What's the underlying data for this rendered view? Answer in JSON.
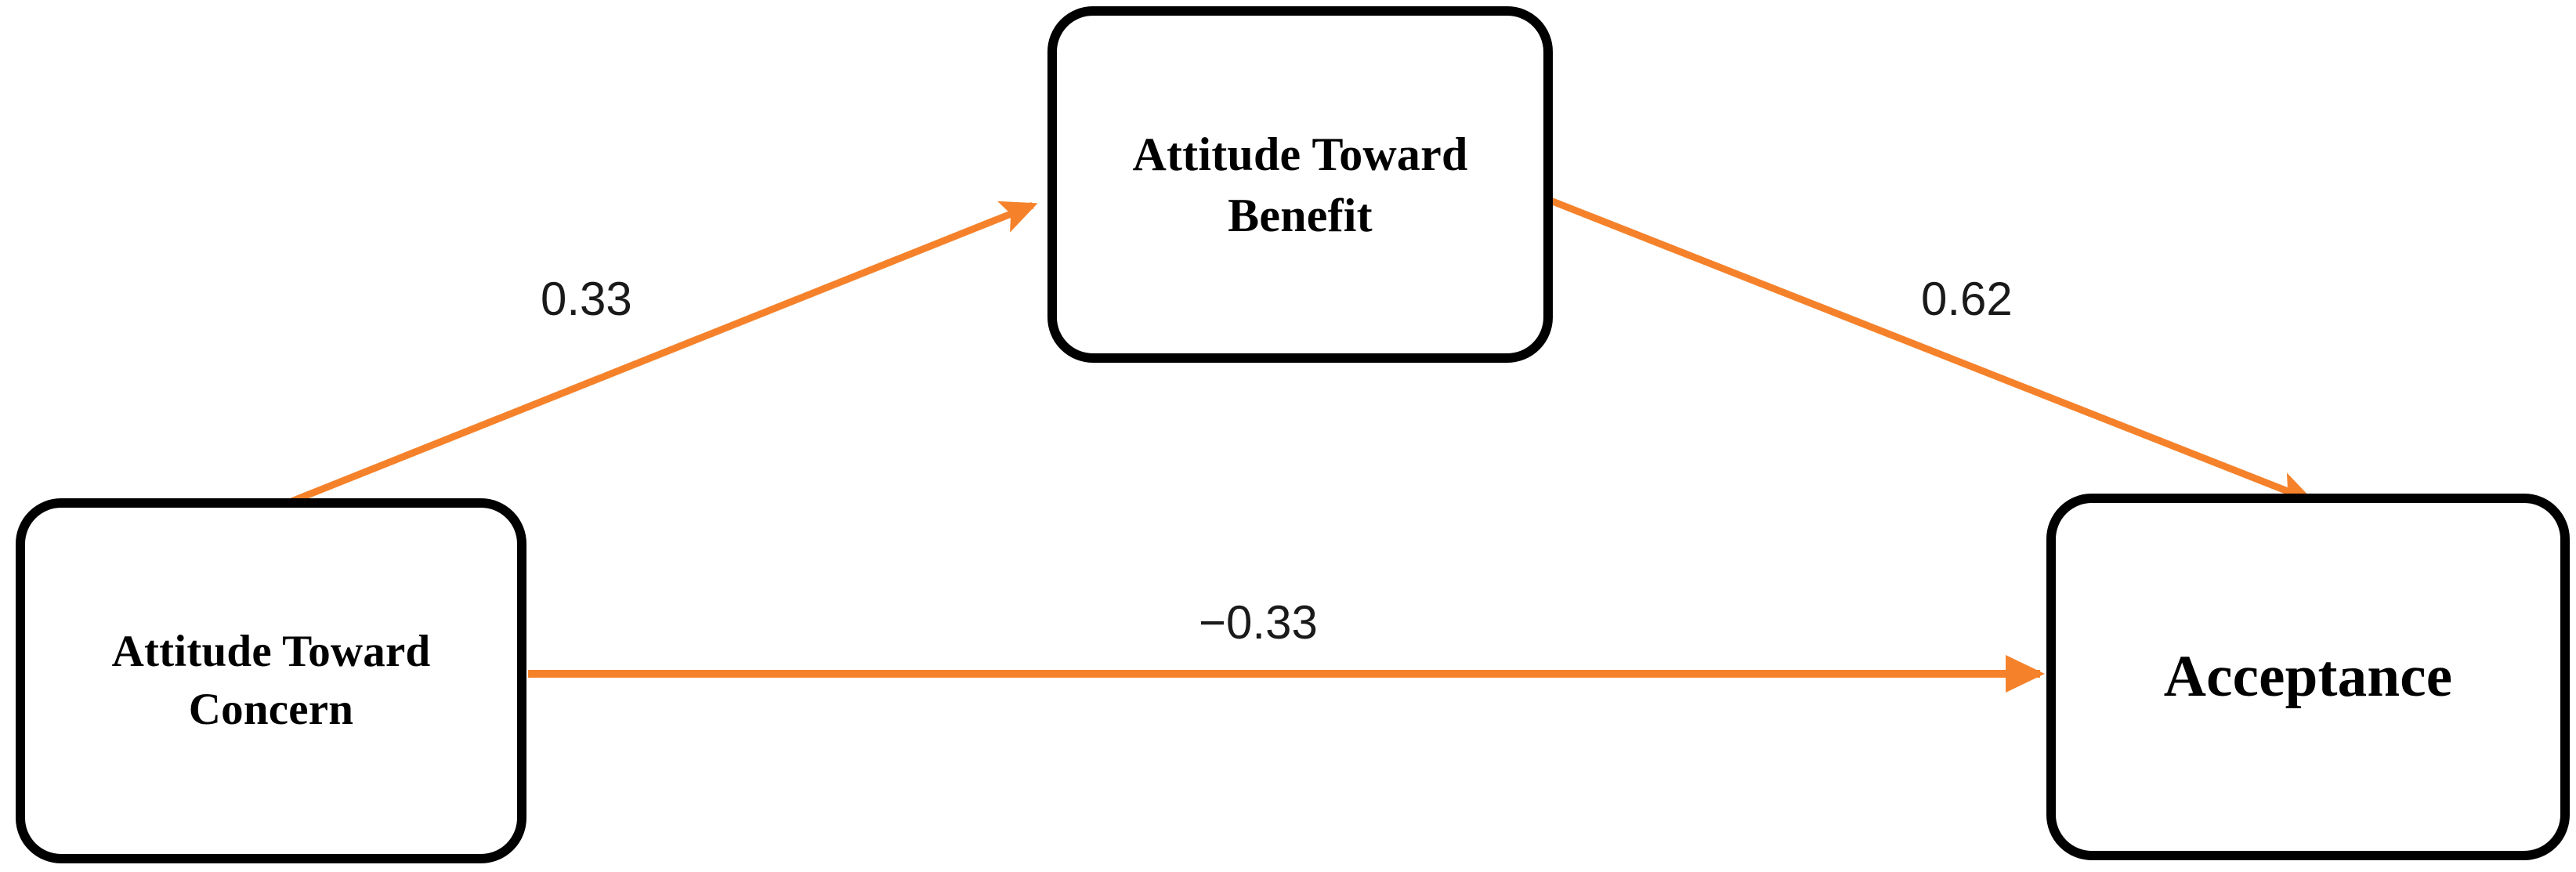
{
  "diagram": {
    "type": "path-model",
    "title": "",
    "background_color": "#ffffff",
    "node_border_color": "#000000",
    "edge_color": "#F5822B",
    "nodes": [
      {
        "id": "attitude-toward-benefit",
        "label_line1": "Attitude Toward",
        "label_line2": "Benefit",
        "position": "top-center"
      },
      {
        "id": "attitude-toward-concern",
        "label_line1": "Attitude Toward",
        "label_line2": "Concern",
        "position": "bottom-left"
      },
      {
        "id": "acceptance",
        "label_line1": "Acceptance",
        "label_line2": "",
        "position": "bottom-right"
      }
    ],
    "edges": [
      {
        "id": "concern-to-benefit",
        "from": "attitude-toward-concern",
        "to": "attitude-toward-benefit",
        "coefficient": "0.33",
        "sign": "positive"
      },
      {
        "id": "benefit-to-acceptance",
        "from": "attitude-toward-benefit",
        "to": "acceptance",
        "coefficient": "0.62",
        "sign": "positive"
      },
      {
        "id": "concern-to-acceptance",
        "from": "attitude-toward-concern",
        "to": "acceptance",
        "coefficient": "−0.33",
        "sign": "negative"
      }
    ]
  },
  "chart_data": {
    "type": "diagram",
    "title": "",
    "categories": [
      "Attitude Toward Concern → Attitude Toward Benefit",
      "Attitude Toward Benefit → Acceptance",
      "Attitude Toward Concern → Acceptance"
    ],
    "values": [
      0.33,
      0.62,
      -0.33
    ],
    "legend": []
  }
}
